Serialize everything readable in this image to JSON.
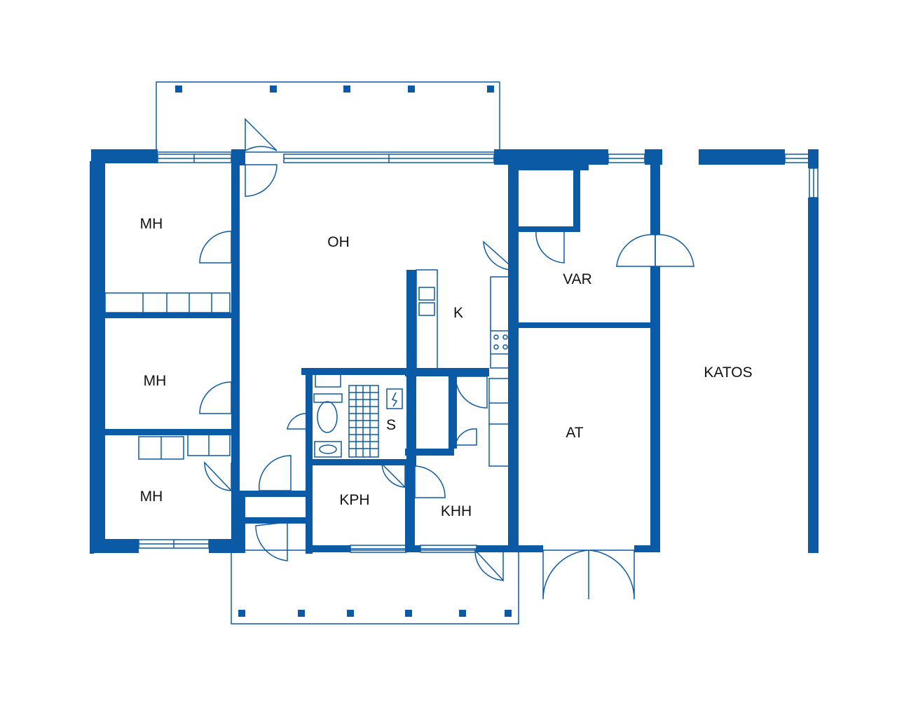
{
  "colors": {
    "wall": "#0b5aa6",
    "line": "#0b5aa6",
    "background": "#ffffff",
    "label": "#111111"
  },
  "rooms": {
    "mh_top": "MH",
    "mh_mid": "MH",
    "mh_bottom": "MH",
    "oh": "OH",
    "k": "K",
    "var": "VAR",
    "katos": "KATOS",
    "s": "S",
    "at": "AT",
    "kph": "KPH",
    "khh": "KHH"
  }
}
